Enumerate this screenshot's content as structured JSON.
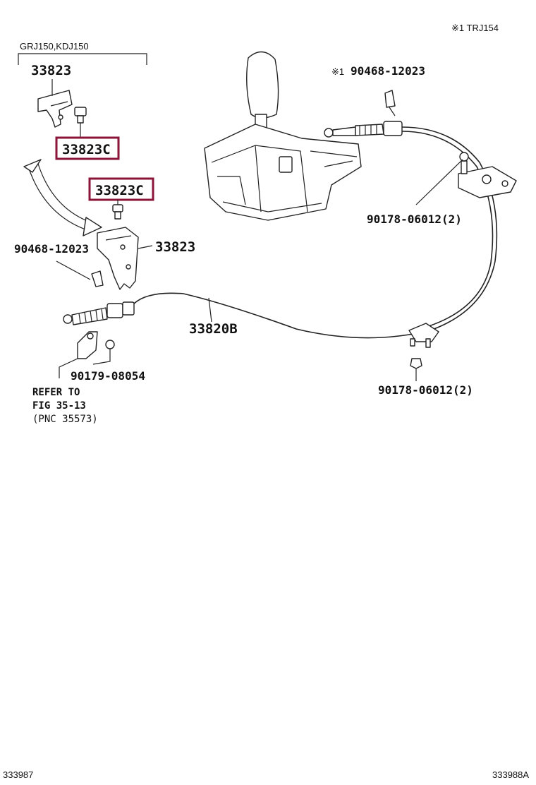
{
  "notes": {
    "top_right": "※1 TRJ154",
    "model_bracket": "GRJ150,KDJ150",
    "bottom_left": "333987",
    "bottom_right": "333988A"
  },
  "parts": {
    "bracket_upper": "33823",
    "bolt_upper_highlight": "33823C",
    "bolt_lower_highlight": "33823C",
    "bracket_lower": "33823",
    "clip_upper": "90468-12023",
    "clip_upper_mark": "※1",
    "clip_lower": "90468-12023",
    "cable": "33820B",
    "nut_upper": "90178-06012(2)",
    "nut_lower": "90178-06012(2)",
    "nut_small": "90179-08054"
  },
  "reference": {
    "line1": "REFER TO",
    "line2": "FIG 35-13",
    "line3": "(PNC 35573)"
  },
  "colors": {
    "highlight": "#8a1538",
    "ink": "#222222"
  }
}
